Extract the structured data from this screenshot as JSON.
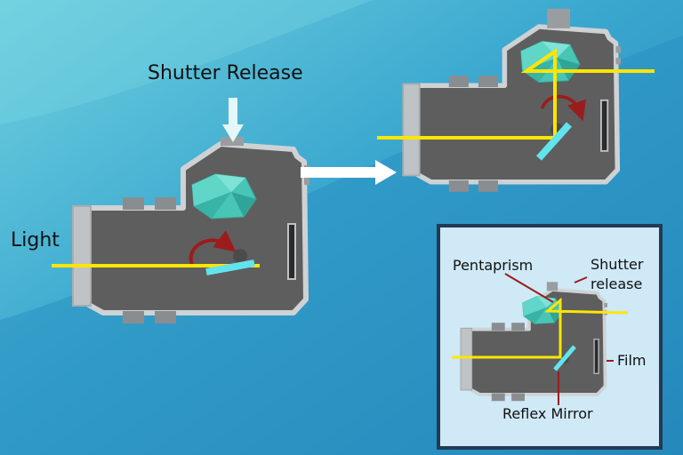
{
  "labels": {
    "shutter_release": "Shutter Release",
    "light": "Light",
    "pentaprism": "Pentaprism",
    "shutter_release_small_line1": "Shutter",
    "shutter_release_small_line2": "release",
    "film": "Film",
    "reflex_mirror": "Reflex Mirror"
  },
  "colors": {
    "background": "#2a93c4",
    "background_highlight": "#5cc3d6",
    "camera_body": "#5e5e5e",
    "camera_outline": "#cfd2d4",
    "light_beam": "#ffe600",
    "mirror": "#62e4ee",
    "prism": "#49c5b6",
    "rotation_arrow": "#9b1c1c",
    "inset_background": "#cfe9f6"
  },
  "icons": [
    "down-arrow-icon",
    "right-arrow-icon",
    "rotation-arrow-icon"
  ]
}
